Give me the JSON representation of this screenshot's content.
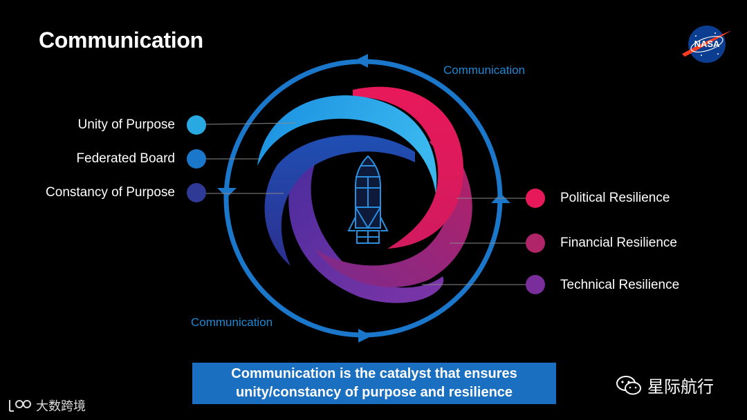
{
  "title": "Communication",
  "logo": {
    "text": "NASA",
    "icon": "nasa-meatball-logo"
  },
  "ring_labels": {
    "top": "Communication",
    "bottom": "Communication"
  },
  "left_items": [
    {
      "label": "Unity of Purpose",
      "color": "#29a9e1"
    },
    {
      "label": "Federated Board",
      "color": "#1a77c9"
    },
    {
      "label": "Constancy of Purpose",
      "color": "#2e3a96"
    }
  ],
  "right_items": [
    {
      "label": "Political Resilience",
      "color": "#e8195a"
    },
    {
      "label": "Financial Resilience",
      "color": "#b02468"
    },
    {
      "label": "Technical Resilience",
      "color": "#7a2e9c"
    }
  ],
  "center_icon": "rocket-icon",
  "banner": {
    "line1": "Communication is the catalyst that ensures",
    "line2": "unity/constancy of purpose and resilience"
  },
  "watermarks": {
    "wechat_text": "星际航行",
    "wechat_icon": "wechat-icon",
    "brand_text": "大数跨境",
    "brand_icon": "brand-logo-icon"
  },
  "colors": {
    "background": "#000000",
    "ring": "#1a77c9",
    "banner": "#1a6fc0",
    "accent_text": "#1e88d4"
  }
}
